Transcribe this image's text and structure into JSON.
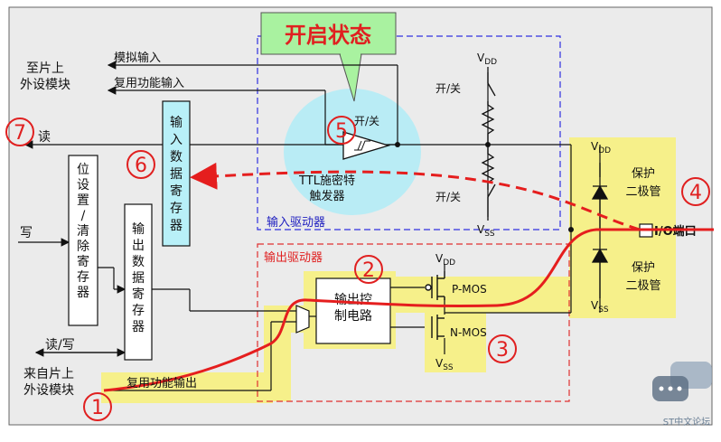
{
  "title": "开启状态",
  "labels": {
    "to_periph": "至片上\n外设模块",
    "analog_in": "模拟输入",
    "alt_in": "复用功能输入",
    "read": "读",
    "write": "写",
    "read_write": "读/写",
    "from_periph": "来自片上\n外设模块",
    "alt_out": "复用功能输出",
    "bsrr": "位\n设\n置\n/\n清\n除\n寄\n存\n器",
    "odr": "输\n出\n数\n据\n寄\n存\n器",
    "idr": "输\n入\n数\n据\n寄\n存\n器",
    "input_driver": "输入驱动器",
    "output_driver": "输出驱动器",
    "switch_top": "开/关",
    "switch_bottom": "开/关",
    "schmitt_switch": "开/关",
    "schmitt": "TTL施密特\n触发器",
    "out_ctrl": "输出控\n制电路",
    "pmos": "P-MOS",
    "nmos": "N-MOS",
    "vdd": "VDD",
    "vss": "VSS",
    "protect_top": "保护\n二极管",
    "protect_bottom": "保护\n二极管",
    "io_port": "I/O端口",
    "watermark": "ST中文论坛"
  },
  "markers": [
    "1",
    "2",
    "3",
    "4",
    "5",
    "6",
    "7"
  ],
  "colors": {
    "highlight": "#f6f08a",
    "bubble": "#b9ecf5",
    "title_bg": "#a9f2a0",
    "red_path": "#e51e1e",
    "input_box": "#3030e0",
    "output_box": "#e03030",
    "idr_box": "#b8f0f8"
  }
}
